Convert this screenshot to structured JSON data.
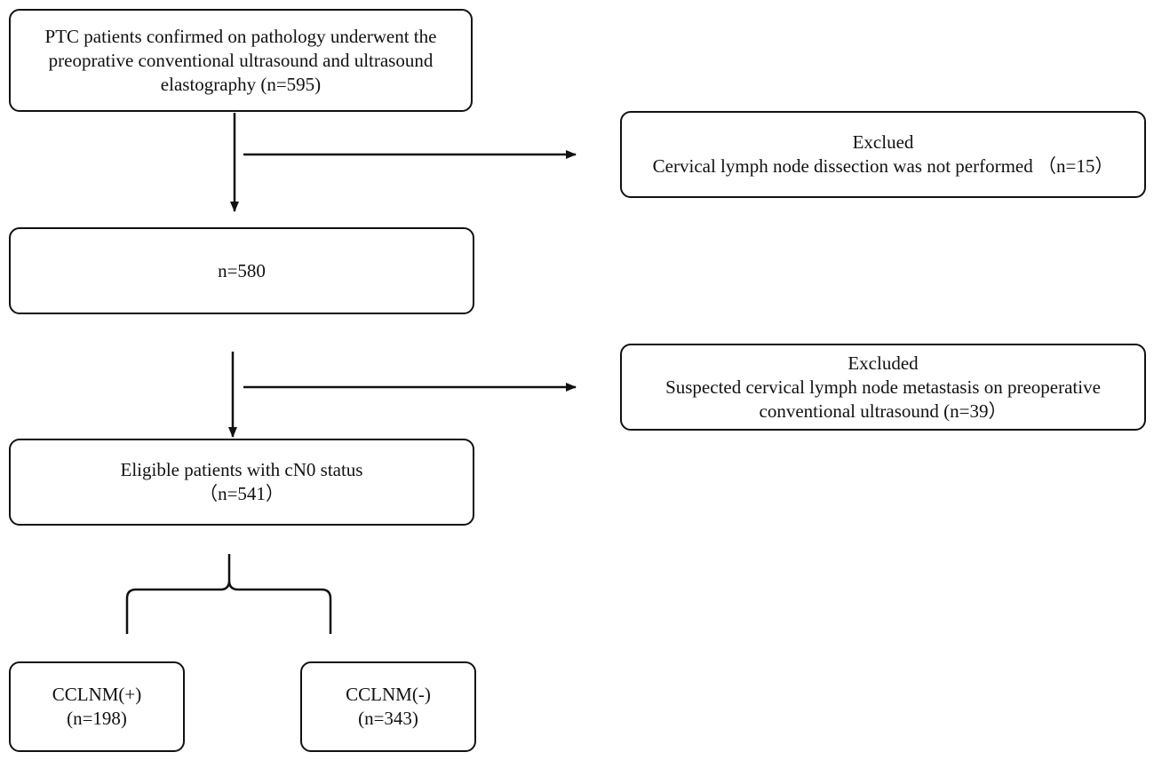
{
  "boxes": {
    "start": {
      "lines": [
        "PTC patients confirmed on pathology underwent the",
        "preoprative conventional ultrasound and ultrasound",
        "elastography (n=595)"
      ]
    },
    "exclude1": {
      "lines": [
        "Exclued",
        "Cervical lymph node dissection was not performed （n=15）"
      ]
    },
    "n580": {
      "lines": [
        "n=580"
      ]
    },
    "exclude2": {
      "lines": [
        "Excluded",
        "Suspected cervical lymph node metastasis on preoperative",
        "conventional ultrasound (n=39）"
      ]
    },
    "eligible": {
      "lines": [
        "Eligible patients with cN0 status",
        "（n=541）"
      ]
    },
    "positive": {
      "lines": [
        "CCLNM(+)",
        "(n=198)"
      ]
    },
    "negative": {
      "lines": [
        "CCLNM(-)",
        "(n=343)"
      ]
    }
  }
}
